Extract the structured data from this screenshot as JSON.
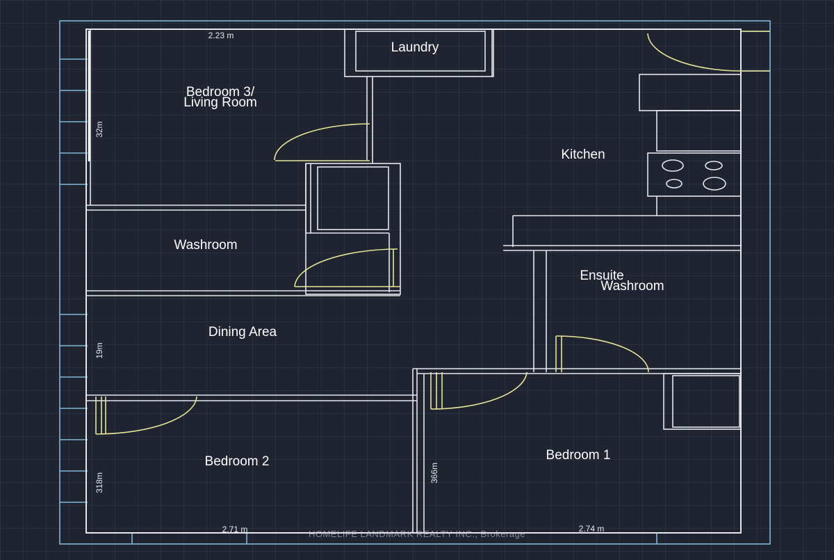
{
  "rooms": {
    "laundry": "Laundry",
    "bedroom3_line1": "Bedroom 3/",
    "bedroom3_line2": "Living Room",
    "kitchen": "Kitchen",
    "washroom": "Washroom",
    "ensuite_line1": "Ensuite",
    "ensuite_line2": "Washroom",
    "dining": "Dining Area",
    "bedroom2": "Bedroom 2",
    "bedroom1": "Bedroom 1"
  },
  "dimensions": {
    "top_width": "2.23 m",
    "left_upper": "32m",
    "left_middle": "19m",
    "left_lower": "318m",
    "bedroom1_height": "366m",
    "bottom_left_width": "2.71 m",
    "bottom_right_width": "2.74 m"
  },
  "watermark": "HOMELIFE LANDMARK REALTY INC., Brokerage"
}
